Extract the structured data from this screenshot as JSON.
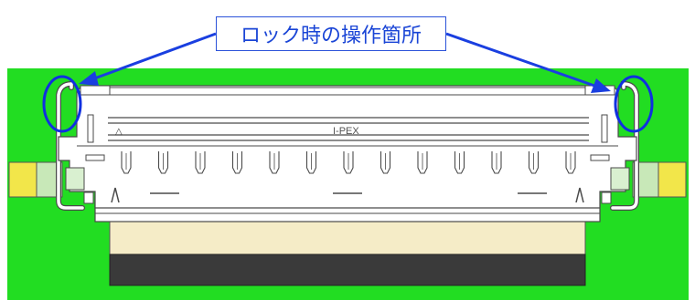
{
  "callout": {
    "label": "ロック時の操作箇所"
  },
  "connector": {
    "brand_mark": "I-PEX",
    "triangle_mark": "△"
  },
  "icons": {
    "lock-point": "circle-highlight",
    "arrow": "arrow-icon"
  },
  "colors": {
    "board": "#22dd22",
    "callout_text": "#1a45d6",
    "callout_border": "#2b52d9",
    "highlight_circle": "#1030e0",
    "arrow": "#1a3fe0",
    "housing": "#ffffff",
    "housing_outline": "#4a4a4a",
    "cable_beige": "#f5ecc7",
    "cable_black": "#3a3a3a",
    "tab_yellow": "#f2e64a"
  }
}
